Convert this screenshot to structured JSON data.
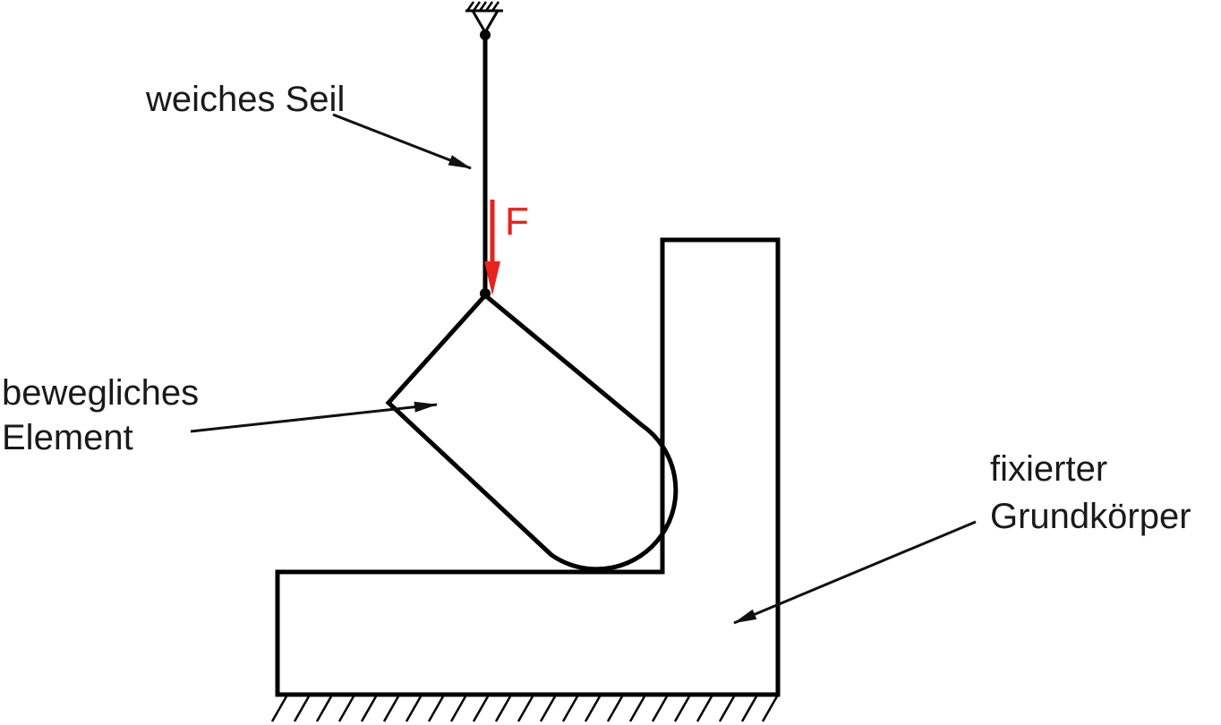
{
  "labels": {
    "rope": "weiches Seil",
    "element_line1": "bewegliches",
    "element_line2": "Element",
    "base_line1": "fixierter",
    "base_line2": "Grundkörper",
    "force": "F"
  },
  "colors": {
    "line": "#000000",
    "text": "#1a1a1a",
    "force": "#e8231d"
  }
}
